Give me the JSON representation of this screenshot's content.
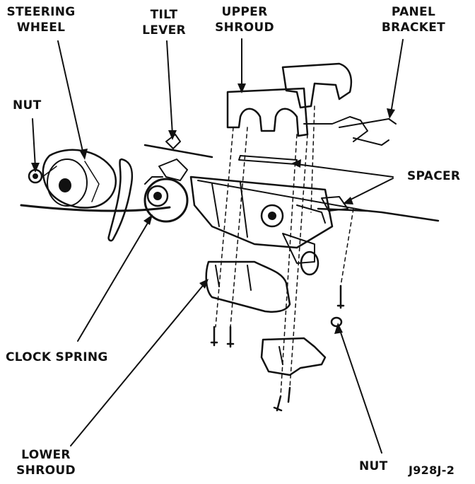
{
  "labels": {
    "steering_wheel": [
      "STEERING",
      "WHEEL"
    ],
    "tilt_lever": [
      "TILT",
      "LEVER"
    ],
    "upper_shroud": [
      "UPPER",
      "SHROUD"
    ],
    "panel_bracket": [
      "PANEL",
      "BRACKET"
    ],
    "nut_left": "NUT",
    "spacer": "SPACER",
    "clock_spring": "CLOCK SPRING",
    "lower_shroud": [
      "LOWER",
      "SHROUD"
    ],
    "nut_bottom": "NUT",
    "figure_code": "J928J-2"
  },
  "colors": {
    "ink": "#111111",
    "paper": "#ffffff"
  }
}
